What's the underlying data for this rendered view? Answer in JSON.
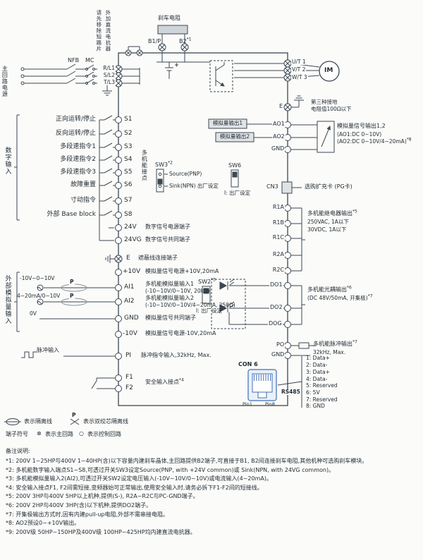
{
  "colors": {
    "line": "#3b4752",
    "text": "#1f2a33",
    "connector_blue": "#3f6fb5",
    "box_gray": "#dfe3e6"
  },
  "top": {
    "brake_resistor": "刹车电阻",
    "dc_reactor_note_r": "外加直流电抗器",
    "dc_reactor_note_l": "请先移除短路片",
    "nfb": "NFB",
    "mc": "MC",
    "mains": "主回路电源",
    "b1": "B1/P",
    "b2": "B2",
    "b2_sup": "*1",
    "r": "R/L1",
    "s": "S/L2",
    "t": "T/L3",
    "u": "U/T 1",
    "v": "V/T 2",
    "w": "W/T 3",
    "im": "IM",
    "ground_line1": "第三种接地",
    "ground_line2": "电阻值100Ω以下",
    "e": "E"
  },
  "digital": {
    "group": "数字输入",
    "rows": [
      {
        "desc": "正向运转/停止",
        "term": "S1"
      },
      {
        "desc": "反向运转/停止",
        "term": "S2"
      },
      {
        "desc": "多段速指令1",
        "term": "S3"
      },
      {
        "desc": "多段速指令2",
        "term": "S4"
      },
      {
        "desc": "多段速指令3",
        "term": "S5"
      },
      {
        "desc": "故障重置",
        "term": "S6"
      },
      {
        "desc": "寸动指令",
        "term": "S7"
      },
      {
        "desc": "外部 Base block",
        "term": "S8"
      }
    ],
    "contact_group": "多机能接点",
    "sw3": "SW3",
    "sw3_sup": "*2",
    "sw3_source": "Source(PNP)",
    "sw3_sink": "Sink(NPN) 出厂设定",
    "p24_term": "24V",
    "p24_desc": "数字信号电源端子",
    "p24g_term": "24VG",
    "p24g_desc": "数字信号共同端子",
    "e_term": "E",
    "e_desc": "遮蔽线连接端子"
  },
  "analog_in": {
    "group": "外部模拟量输入",
    "p10_term": "+10V",
    "p10_desc": "模拟量信号电源+10V,20mA",
    "src1": "-10V~0~10V",
    "ai1_term": "AI1",
    "ai1_desc": "多机能模拟量输入1",
    "ai1_spec": "(-10~10V/0~10V, 20kΩ)",
    "src2": "4~20mA/0~10V",
    "ai2_term": "AI2",
    "ai2_desc": "多机能模拟量输入2",
    "ai2_spec": "(-10~10V/0~10V/4~20mA, 250Ω)",
    "src3": "0V",
    "gnd_term": "GND",
    "gnd_desc": "模拟量信号共同端子",
    "n10_term": "-10V",
    "n10_desc": "模拟量信号电源-10V,20mA",
    "sw2": "SW2",
    "sw2_sup": "*3",
    "sw2_note": "I: 出厂设定",
    "p_marker": "P"
  },
  "pulse_in": {
    "src": "脉冲输入",
    "term": "PI",
    "desc": "脉冲指令输入,32kHz, Max."
  },
  "safety": {
    "f1": "F1",
    "f2": "F2",
    "desc": "安全输入接点",
    "sup": "*4"
  },
  "analog_out": {
    "box1": "模拟量输出1",
    "box2": "模拟量输出2",
    "ao1": "AO1",
    "ao2": "AO2",
    "gnd": "GND",
    "desc": "模拟量信号输出1,2",
    "spec1": "(AO1:DC 0~10V)",
    "spec2": "(AO2:DC 0~10V/4~20mA)",
    "spec2_sup": "*8"
  },
  "sw6": {
    "label": "SW6",
    "note": "I: 出厂设定"
  },
  "cn3": {
    "term": "CN3",
    "desc": "选购扩充卡 (PG卡)"
  },
  "relay": {
    "r1a": "R1A",
    "r1b": "R1B",
    "r1c": "R1C",
    "r2a": "R2A",
    "r2c": "R2C",
    "desc": "多机能继电器输出",
    "sup": "*5",
    "spec1": "250VAC, 1A以下",
    "spec2": "30VDC, 1A以下"
  },
  "opto": {
    "do1": "DO1",
    "do2": "DO2",
    "dog": "DOG",
    "desc": "多机能光耦输出",
    "sup": "*6",
    "spec": "(DC 48V/50mA, 开集极)",
    "spec_sup": "*7"
  },
  "pulse_out": {
    "po": "PO",
    "gnd": "GND",
    "desc": "多机能脉冲输出",
    "sup": "*7",
    "spec": "32kHz, Max."
  },
  "con6": {
    "label": "CON 6",
    "rs485": "RS485",
    "pin1": "Pin1",
    "pin8": "Pin8",
    "pins": [
      "1: Data+",
      "2: Data-",
      "3: Data+",
      "4: Data-",
      "5: Reserved",
      "6: 5V",
      "7: Reserved",
      "8: GND"
    ]
  },
  "legend": {
    "shield": "表示隔离线",
    "p": "P",
    "twisted": "表示双绞芯隔离线",
    "term_prefix": "端子符号",
    "main_sym": "⊗",
    "main_txt": "表示主回路",
    "ctrl_sym": "○",
    "ctrl_txt": "表示控制回路"
  },
  "notes": {
    "title": "备注说明:",
    "items": [
      "*1: 200V 1~25HP与400V 1~40HP(含)以下容量内建刹车晶体,主回路提供B2端子,可直接于B1, B2间连接刹车电阻,其他机种可选购刹车模块。",
      "*2: 多机能数字输入端点S1~S8,可透过开关SW3设定Source(PNP, with +24V common)或 Sink(NPN, with 24VG common)。",
      "*3: 多机能模拟量输入2(AI2),可透过开关SW2设定电压输入(-10V~10V/0~10V)或电流输入(4~20mA)。",
      "*4: 安全输入接点F1, F2间需短接,变频器始可正常输出,使用安全输入时,请务必拆下F1-F2间的短接线。",
      "*5: 200V 3HP与400V 5HP以上机种,提供(S-), R2A~R2C与PC-GND端子。",
      "*6: 200V 2HP与400V 3HP(含)以下机种,提供DO2端子。",
      "*7: 开集极输出方式时,因有内建pull-up电阻,外部不需串接电阻。",
      "*8: AO2预设0~+10V输出。",
      "*9: 200V级 50HP~150HP及400V级 100HP~425HP均内建直流电抗器。"
    ]
  }
}
